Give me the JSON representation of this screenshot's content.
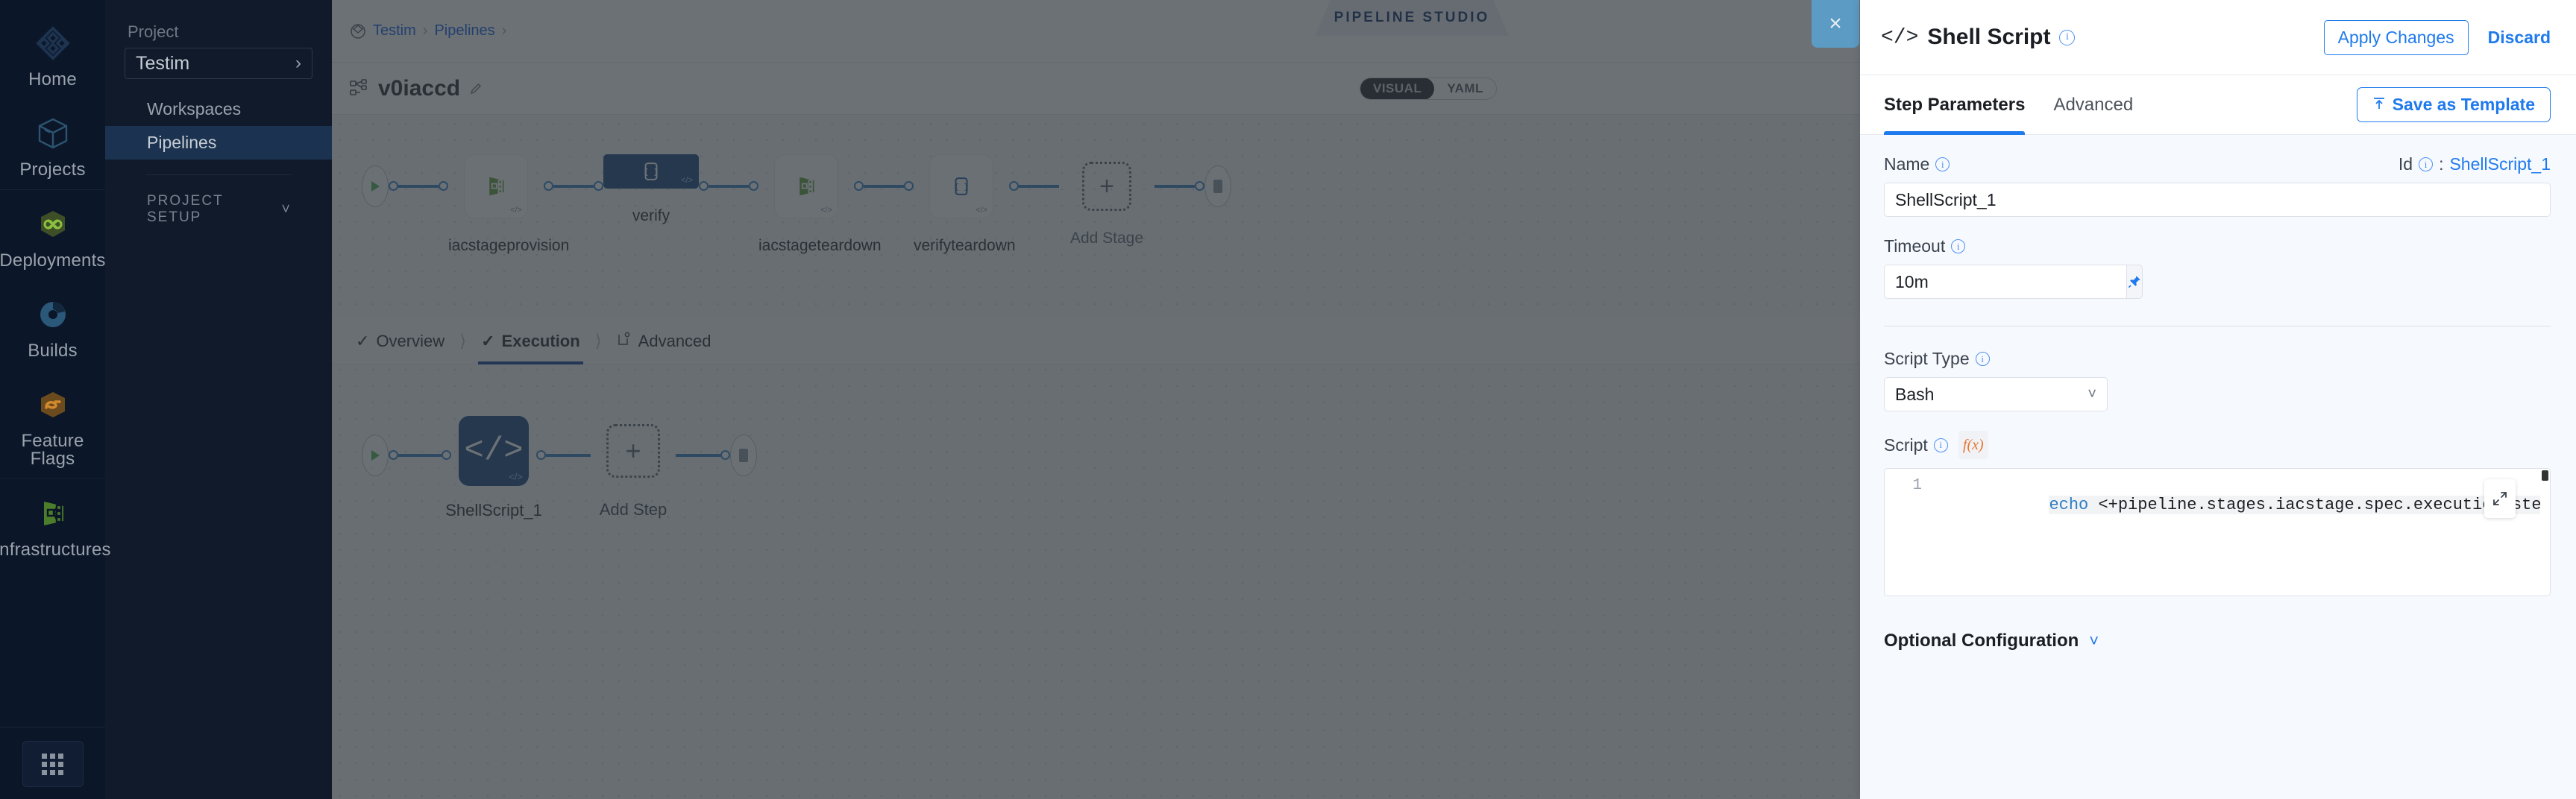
{
  "rail": {
    "items": [
      {
        "label": "Home",
        "icon": "home-diamond-icon"
      },
      {
        "label": "Projects",
        "icon": "projects-box-icon"
      },
      {
        "label": "Deployments",
        "icon": "deployments-infinity-icon"
      },
      {
        "label": "Builds",
        "icon": "builds-gear-icon"
      },
      {
        "label": "Feature Flags",
        "icon": "feature-flags-icon"
      },
      {
        "label": "Infrastructures",
        "icon": "infrastructures-icon"
      }
    ],
    "grid_button": "app-grid-icon"
  },
  "sidebar": {
    "project_label": "Project",
    "project_name": "Testim",
    "nav": [
      {
        "label": "Workspaces",
        "active": false
      },
      {
        "label": "Pipelines",
        "active": true
      }
    ],
    "section_label": "PROJECT SETUP"
  },
  "topbar": {
    "breadcrumbs": [
      "Testim",
      "Pipelines"
    ],
    "studio_tab": "PIPELINE STUDIO",
    "close": "×"
  },
  "subbar": {
    "pipeline_name": "v0iaccd",
    "view_toggle": {
      "options": [
        "VISUAL",
        "YAML"
      ],
      "selected": "VISUAL"
    }
  },
  "canvas": {
    "stages": [
      {
        "label": "iacstageprovision",
        "selected": false,
        "icon": "infrastructure-node-icon"
      },
      {
        "label": "verify",
        "selected": true,
        "icon": "code-node-icon"
      },
      {
        "label": "iacstageteardown",
        "selected": false,
        "icon": "infrastructure-node-icon"
      },
      {
        "label": "verifyteardown",
        "selected": false,
        "icon": "code-node-icon"
      }
    ],
    "add_stage_label": "Add Stage",
    "tabs": [
      {
        "label": "Overview",
        "icon": "check-icon",
        "active": false
      },
      {
        "label": "Execution",
        "icon": "check-icon",
        "active": true
      },
      {
        "label": "Advanced",
        "icon": "advanced-icon",
        "active": false
      }
    ],
    "steps": [
      {
        "label": "ShellScript_1",
        "selected": true,
        "icon": "code-step-icon"
      }
    ],
    "add_step_label": "Add Step"
  },
  "drawer": {
    "title": "Shell Script",
    "title_icon": "</>",
    "apply_label": "Apply Changes",
    "discard_label": "Discard",
    "tabs": [
      {
        "label": "Step Parameters",
        "active": true
      },
      {
        "label": "Advanced",
        "active": false
      }
    ],
    "save_template_label": "Save as Template",
    "fields": {
      "name_label": "Name",
      "name_value": "ShellScript_1",
      "id_label": "Id",
      "id_separator": ":",
      "id_value": "ShellScript_1",
      "timeout_label": "Timeout",
      "timeout_value": "10m",
      "script_type_label": "Script Type",
      "script_type_value": "Bash",
      "script_label": "Script",
      "fx_label": "f(x)",
      "script_line_number": "1",
      "script_keyword": "echo",
      "script_code": " <+pipeline.stages.iacstage.spec.execution.step    ppl"
    },
    "optional_configuration_label": "Optional Configuration"
  },
  "colors": {
    "accent_blue": "#1f7aed",
    "node_selected": "#13427c",
    "wire": "#2f7ec4",
    "rail_bg": "#0b1628",
    "sidebar_bg": "#101a2b",
    "sidebar_active": "#1b3350",
    "drawer_bg": "#f6f9fe",
    "fx_orange": "#e8772e",
    "close_btn": "#5b9bc4"
  }
}
